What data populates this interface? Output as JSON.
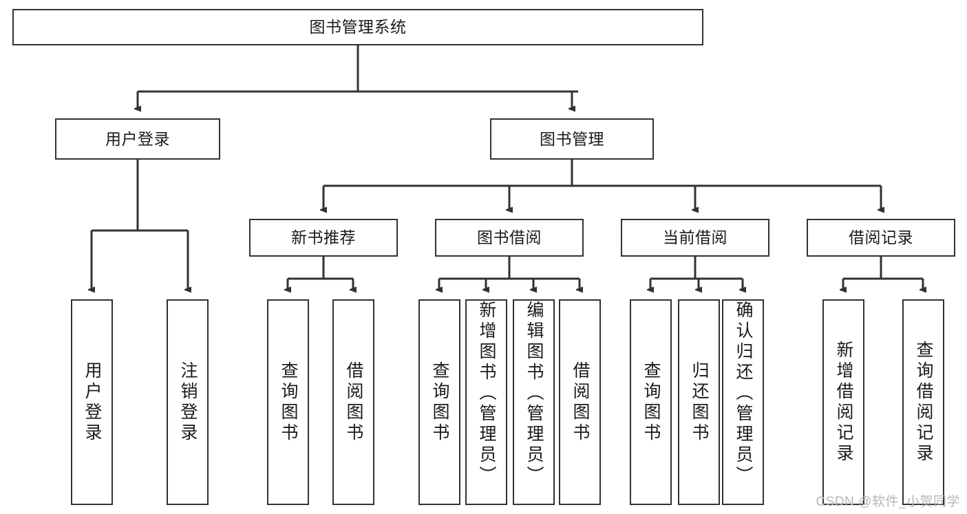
{
  "diagram": {
    "type": "tree-hierarchy-chart",
    "title": "图书管理系统",
    "line_color": "#33322f",
    "box_fill": "#ffffff",
    "text_color": "#1a1a1a",
    "watermark": "CSDN @软件_小贺同学",
    "levels": {
      "level1": [
        "图书管理系统"
      ],
      "level2": [
        "用户登录",
        "图书管理"
      ],
      "level3": [
        "新书推荐",
        "图书借阅",
        "当前借阅",
        "借阅记录"
      ],
      "level4": [
        "用户登录",
        "注销登录",
        "查询图书",
        "借阅图书",
        "查询图书",
        "新增图书（管理员）",
        "编辑图书（管理员）",
        "借阅图书",
        "查询图书",
        "归还图书",
        "确认归还（管理员）",
        "新增借阅记录",
        "查询借阅记录"
      ]
    },
    "nodes": {
      "root": {
        "label": "图书管理系统"
      },
      "user_login": {
        "label": "用户登录"
      },
      "book_manage": {
        "label": "图书管理"
      },
      "new_book_rec": {
        "label": "新书推荐"
      },
      "book_borrow": {
        "label": "图书借阅"
      },
      "current_borrow": {
        "label": "当前借阅"
      },
      "borrow_record": {
        "label": "借阅记录"
      },
      "leaf_user_login": {
        "label": "用户登录"
      },
      "leaf_logout": {
        "label": "注销登录"
      },
      "leaf_query_book_1": {
        "label": "查询图书"
      },
      "leaf_borrow_book_1": {
        "label": "借阅图书"
      },
      "leaf_query_book_2": {
        "label": "查询图书"
      },
      "leaf_add_book": {
        "label": "新增图书（管理员）"
      },
      "leaf_edit_book": {
        "label": "编辑图书（管理员）"
      },
      "leaf_borrow_book_2": {
        "label": "借阅图书"
      },
      "leaf_query_book_3": {
        "label": "查询图书"
      },
      "leaf_return_book": {
        "label": "归还图书"
      },
      "leaf_confirm_return": {
        "label": "确认归还（管理员）"
      },
      "leaf_add_record": {
        "label": "新增借阅记录"
      },
      "leaf_query_record": {
        "label": "查询借阅记录"
      }
    }
  }
}
